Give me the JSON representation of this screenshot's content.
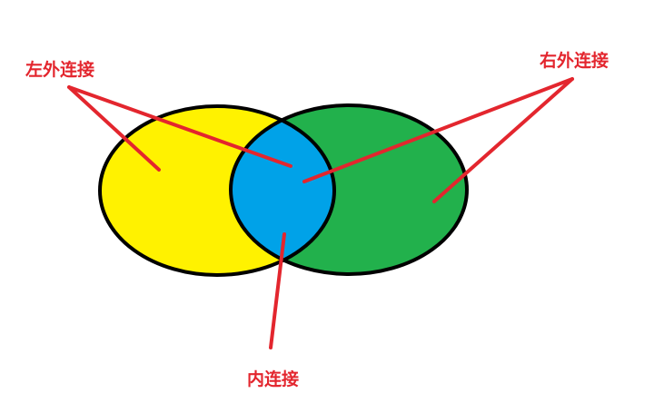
{
  "labels": {
    "left_outer_join": "左外连接",
    "right_outer_join": "右外连接",
    "inner_join": "内连接"
  },
  "colors": {
    "left_circle": "#fff200",
    "right_circle": "#22b14c",
    "intersection": "#00a2e8",
    "outline": "#000000",
    "arrow": "#e3262e",
    "label_text": "#e3262e",
    "background": "#ffffff"
  }
}
